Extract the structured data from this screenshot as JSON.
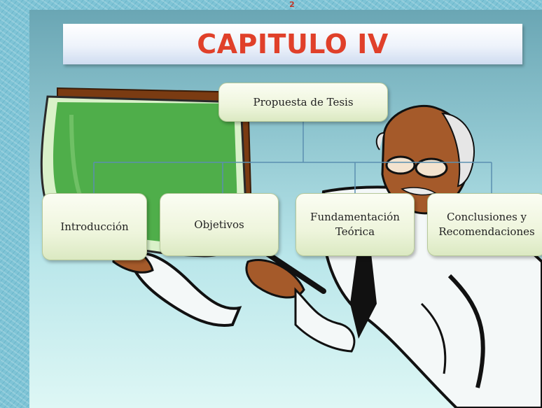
{
  "page_number": "2",
  "title": "CAPITULO IV",
  "root": {
    "label": "Propuesta de Tesis"
  },
  "children": [
    {
      "label": "Introducción"
    },
    {
      "label": "Objetivos"
    },
    {
      "label": "Fundamentación\nTeórica"
    },
    {
      "label": "Conclusiones y\nRecomendaciones"
    }
  ],
  "colors": {
    "title": "#e0402a",
    "connector": "#5b8fb0",
    "node_fill": "#eef5dc",
    "board": "#4fae4a"
  }
}
